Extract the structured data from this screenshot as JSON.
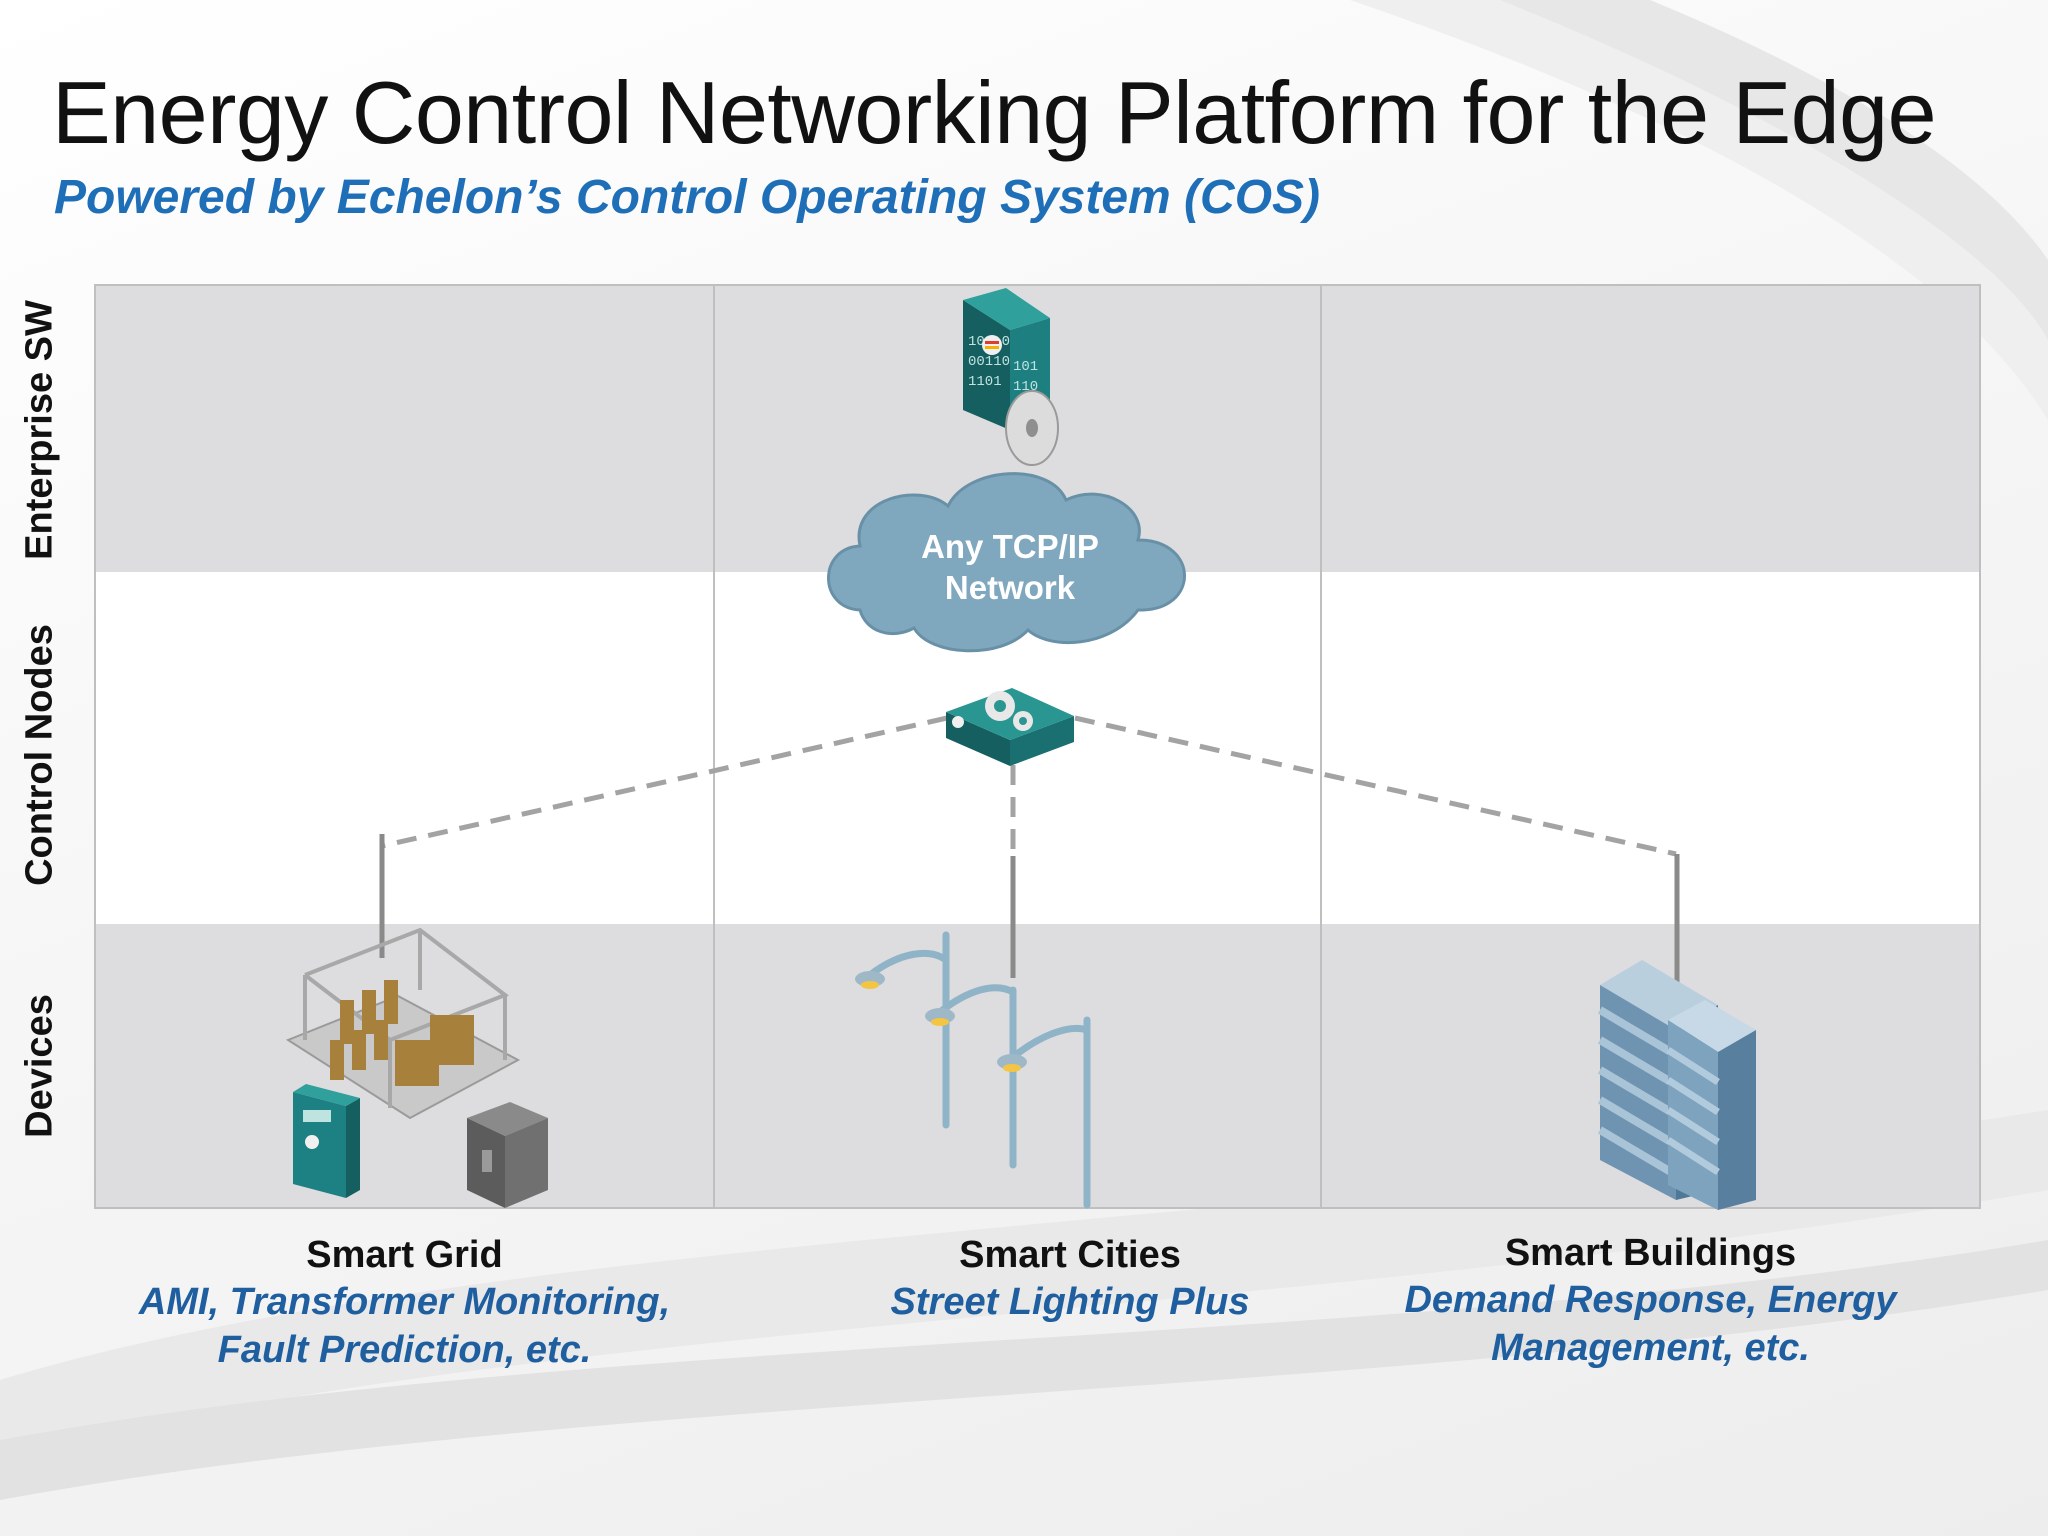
{
  "title": "Energy Control Networking Platform for the Edge",
  "subtitle": "Powered by Echelon’s Control Operating System (COS)",
  "rows": [
    "Enterprise SW",
    "Control Nodes",
    "Devices"
  ],
  "network": {
    "line1": "Any TCP/IP",
    "line2": "Network"
  },
  "columns": [
    {
      "title": "Smart Grid",
      "line1": "AMI, Transformer Monitoring,",
      "line2": "Fault Prediction, etc."
    },
    {
      "title": "Smart Cities",
      "line1": "Street Lighting Plus",
      "line2": ""
    },
    {
      "title": "Smart Buildings",
      "line1": "Demand Response, Energy",
      "line2": "Management, etc."
    }
  ],
  "colors": {
    "title": "#111111",
    "subtitle": "#1f6fb8",
    "band": "#dddcde",
    "teal": "#1d7f80",
    "cloud": "#7fa7bd",
    "dashed_link": "#a3a3a3",
    "caption": "#1f5fa0"
  },
  "icons": [
    "server-icon",
    "disc-icon",
    "cloud-icon",
    "controller-icon",
    "substation-icon",
    "meter-icon",
    "transformer-icon",
    "streetlight-icon",
    "building-icon"
  ]
}
